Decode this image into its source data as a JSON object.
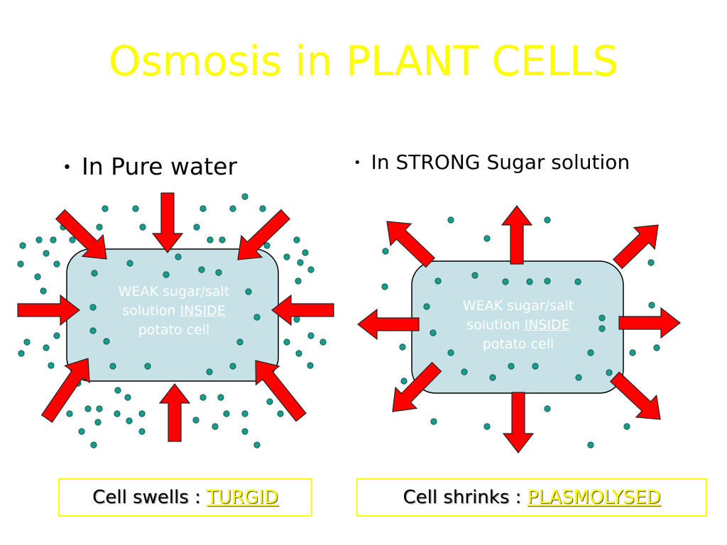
{
  "title": "Osmosis in PLANT CELLS",
  "left_panel": {
    "bullet": "In Pure water",
    "cell_text_line1": "WEAK sugar/salt",
    "cell_text_line2_prefix": "solution",
    "cell_text_line2_emph": "INSIDE",
    "cell_text_line3": "potato cell",
    "caption_prefix": "Cell swells :",
    "caption_result": "TURGID",
    "arrow_direction": "inward"
  },
  "right_panel": {
    "bullet": "In STRONG Sugar solution",
    "cell_text_line1": "WEAK sugar/salt",
    "cell_text_line2_prefix": "solution",
    "cell_text_line2_emph": "INSIDE",
    "cell_text_line3": "potato cell",
    "caption_prefix": "Cell shrinks :",
    "caption_result": "PLASMOLYSED",
    "arrow_direction": "outward"
  },
  "colors": {
    "title": "#ffff00",
    "cell_fill": "#c6e2e6",
    "arrow_fill": "#ff0000",
    "particle": "#1a9b8c",
    "caption_border": "#ffff00",
    "caption_highlight": "#ffff00"
  },
  "icons": {
    "arrow": "red-block-arrow",
    "particle": "water-molecule-dot"
  }
}
